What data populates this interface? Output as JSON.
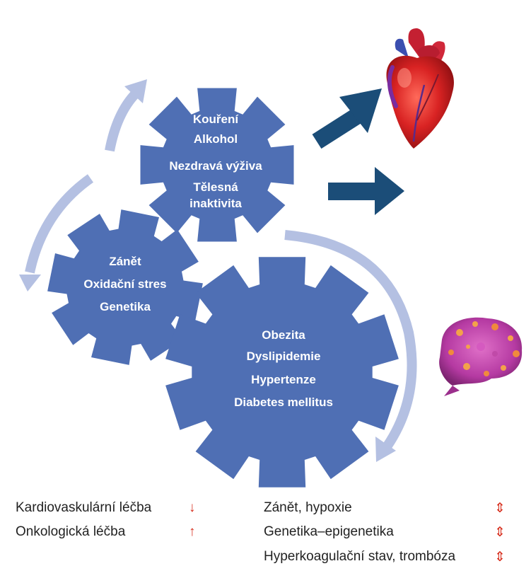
{
  "colors": {
    "gear": "#4f6fb4",
    "cycle_arrow": "#b4c0e2",
    "big_arrow": "#1b4d78",
    "legend_arrow": "#d7301f"
  },
  "gears": {
    "top": {
      "lines": [
        "Kouření",
        "Alkohol",
        "Nezdravá výživa",
        "Tělesná",
        "inaktivita"
      ]
    },
    "left": {
      "lines": [
        "Zánět",
        "Oxidační stres",
        "Genetika"
      ]
    },
    "bottom": {
      "lines": [
        "Obezita",
        "Dyslipidemie",
        "Hypertenze",
        "Diabetes mellitus"
      ]
    }
  },
  "images": {
    "heart": "heart-illustration",
    "tumor": "tumor-cell-illustration"
  },
  "legend": {
    "left": [
      {
        "label": "Kardiovaskulární léčba",
        "arrow": "↓"
      },
      {
        "label": "Onkologická léčba",
        "arrow": "↑"
      }
    ],
    "right": [
      {
        "label": "Zánět, hypoxie",
        "arrow": "⇕"
      },
      {
        "label": "Genetika–epigenetika",
        "arrow": "⇕"
      },
      {
        "label": "Hyperkoagulační stav, trombóza",
        "arrow": "⇕"
      }
    ]
  }
}
